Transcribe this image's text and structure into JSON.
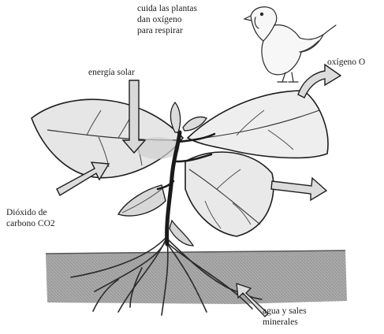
{
  "title": "",
  "labels": {
    "bird": [
      "cuida las plantas",
      "dan oxígeno",
      "para respirar"
    ],
    "solar": "energía solar",
    "oxygen": "oxígeno O",
    "co2": [
      "Dióxido de",
      "carbono CO2"
    ],
    "water": [
      "agua y sales",
      "minerales"
    ]
  },
  "colors": {
    "ink": "#1e1e1e",
    "leaf_fill": "#ececec",
    "leaf_shade": "#d2d2d2",
    "soil": "#8a8a8a",
    "arrow_fill": "#dcdcdc"
  },
  "icons": [
    "bird-icon",
    "sun-arrow-icon",
    "oxygen-arrow-icon",
    "co2-arrow-icon",
    "roots-icon"
  ]
}
